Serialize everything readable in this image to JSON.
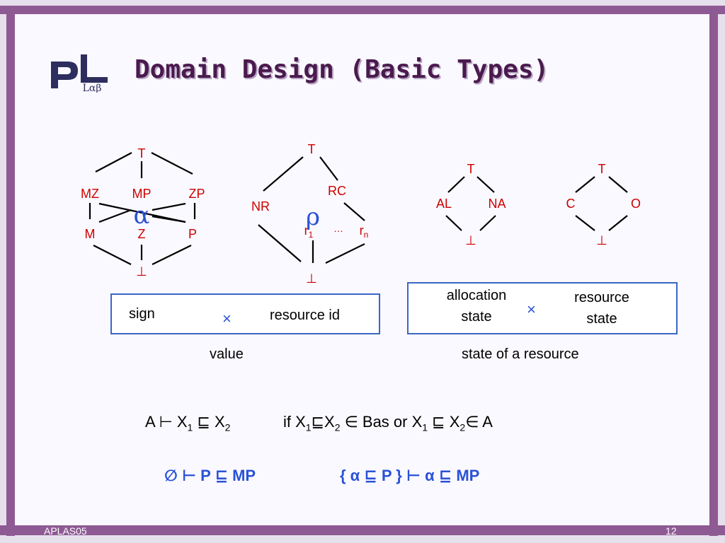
{
  "slide": {
    "title": "Domain Design (Basic Types)",
    "footer_left": "APLAS05",
    "footer_right": "12",
    "logo_text": "PL",
    "logo_sub": "Lαβ"
  },
  "lattices": {
    "sign": {
      "nodes": {
        "top": "T",
        "mz": "MZ",
        "mp": "MP",
        "zp": "ZP",
        "m": "M",
        "z": "Z",
        "p": "P",
        "bottom": "⊥"
      },
      "symbol": "α"
    },
    "resource": {
      "nodes": {
        "top": "T",
        "nr": "NR",
        "rc": "RC",
        "r1": "r",
        "r1_sub": "1",
        "dots": "…",
        "rn": "r",
        "rn_sub": "n",
        "bottom": "⊥"
      },
      "symbol": "ρ"
    },
    "alloc": {
      "nodes": {
        "top": "T",
        "al": "AL",
        "na": "NA",
        "bottom": "⊥"
      }
    },
    "state": {
      "nodes": {
        "top": "T",
        "c": "C",
        "o": "O",
        "bottom": "⊥"
      }
    }
  },
  "value_box": {
    "left": "sign",
    "times": "×",
    "right": "resource id",
    "caption": "value"
  },
  "state_box": {
    "left_line1": "allocation",
    "left_line2": "state",
    "times": "×",
    "right_line1": "resource",
    "right_line2": "state",
    "caption": "state of a resource"
  },
  "rule": {
    "judgment_a": "A ⊢ X",
    "sub1": "1",
    "sqsub": " ⊑ X",
    "sub2": "2",
    "condition_if": "if X",
    "c_sub1": "1",
    "c_sqsub": "⊑X",
    "c_sub2": "2",
    "c_in": " ∈ Bas  or  X",
    "c_sub3": "1",
    "c_sqsub2": " ⊑ X",
    "c_sub4": "2",
    "c_in_a": "∈ A"
  },
  "examples": {
    "left": "∅ ⊢ P ⊑ MP",
    "right": "{ α ⊑ P } ⊢ α ⊑ MP"
  },
  "colors": {
    "frame": "#8e5a94",
    "title": "#4a1a4e",
    "node_red": "#cc0000",
    "symbol_blue": "#2a52d6",
    "box_border": "#3a66c8"
  }
}
